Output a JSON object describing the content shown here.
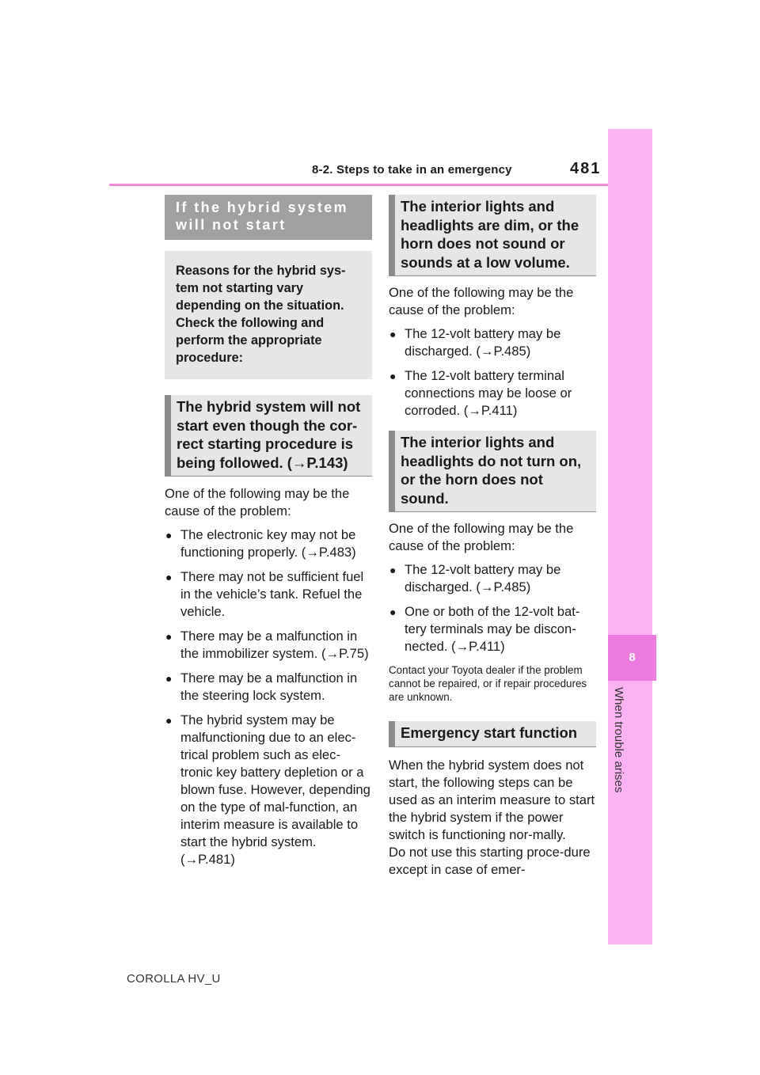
{
  "header": {
    "section_title": "8-2. Steps to take in an emergency",
    "page_number": "481"
  },
  "side_tab": {
    "chapter_number": "8",
    "chapter_label": "When trouble arises"
  },
  "left_column": {
    "banner": "If the hybrid system will not start",
    "intro": "Reasons for the hybrid sys-tem not starting vary depending on the situation. Check the following and perform the appropriate procedure:",
    "subhead": "The hybrid system will not start even though the cor-rect starting procedure is being followed. (→P.143)",
    "body": "One of the following may be the cause of the problem:",
    "bullets": [
      "The electronic key may not be functioning properly. (→P.483)",
      "There may not be sufficient fuel in the vehicle’s tank. Refuel the vehicle.",
      "There may be a malfunction in the immobilizer system. (→P.75)",
      "There may be a malfunction in the steering lock system.",
      "The hybrid system may be malfunctioning due to an elec-trical problem such as elec-tronic key battery depletion or a blown fuse. However, depending on the type of mal-function, an interim measure is available to start the hybrid system. (→P.481)"
    ]
  },
  "right_column": {
    "subhead_1": "The interior lights and headlights are dim, or the horn does not sound or sounds at a low volume.",
    "body_1": "One of the following may be the cause of the problem:",
    "bullets_1": [
      "The 12-volt battery may be discharged. (→P.485)",
      "The 12-volt battery terminal connections may be loose or corroded. (→P.411)"
    ],
    "subhead_2": "The interior lights and headlights do not turn on, or the horn does not sound.",
    "body_2": "One of the following may be the cause of the problem:",
    "bullets_2": [
      "The 12-volt battery may be discharged. (→P.485)",
      "One or both of the 12-volt bat-tery terminals may be discon-nected. (→P.411)"
    ],
    "small_note": "Contact your Toyota dealer if the problem cannot be repaired, or if repair procedures are unknown.",
    "subhead_3": "Emergency start function",
    "body_3": "When the hybrid system does not start, the following steps can be used as an interim measure to start the hybrid system if the power switch is functioning nor-mally.",
    "body_4": "Do not use this starting proce-dure except in case of emer-"
  },
  "footer": {
    "model": "COROLLA HV_U"
  },
  "bullet_glyph": "●"
}
